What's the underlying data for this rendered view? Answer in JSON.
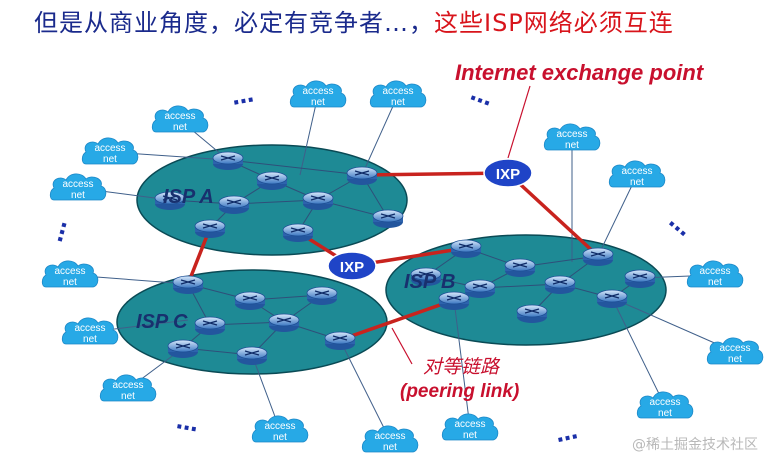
{
  "title": {
    "part1": "但是从商业角度，必定有竞争者…，",
    "part2": "这些ISP网络必须互连"
  },
  "labels": {
    "isp_a": "ISP A",
    "isp_b": "ISP B",
    "isp_c": "ISP C",
    "ixp": "IXP",
    "access_line1": "access",
    "access_line2": "net",
    "ellipsis": "…",
    "ixp_caption": "Internet exchange point",
    "peering_cn": "对等链路",
    "peering_en": "(peering link)"
  },
  "watermark": "@稀土掘金技术社区",
  "colors": {
    "title_dark": "#1a2a8c",
    "title_red": "#d8141b",
    "isp_fill": "#1e8a95",
    "isp_label": "#18306e",
    "access_cloud": "#27a9e6",
    "access_text": "#ffffff",
    "peering_link": "#c8231e",
    "ixp_fill": "#1f44c7",
    "router_fill": "#4c90d0",
    "caption_red": "#c8102e"
  }
}
